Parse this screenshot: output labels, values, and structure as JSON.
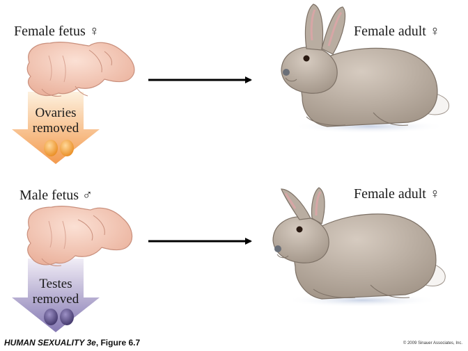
{
  "rows": [
    {
      "fetus_label": "Female fetus",
      "fetus_symbol": "♀",
      "procedure_line1": "Ovaries",
      "procedure_line2": "removed",
      "outcome_label": "Female adult",
      "outcome_symbol": "♀"
    },
    {
      "fetus_label": "Male fetus",
      "fetus_symbol": "♂",
      "procedure_line1": "Testes",
      "procedure_line2": "removed",
      "outcome_label": "Female adult",
      "outcome_symbol": "♀"
    }
  ],
  "caption": {
    "book": "HUMAN SEXUALITY 3e",
    "figure": ", Figure 6.7"
  },
  "copyright": "© 2009 Sinauer Associates, Inc.",
  "colors": {
    "fetus_skin": "#f1c6b5",
    "rabbit_fur": "#b5a89b",
    "ovary_arrow_top": "#fbe7cc",
    "ovary_arrow_bottom": "#f2a05a",
    "testes_arrow_top": "#ece7f3",
    "testes_arrow_bottom": "#8a7db6",
    "ovary": "#f2a23a",
    "testis": "#5c4f86"
  }
}
